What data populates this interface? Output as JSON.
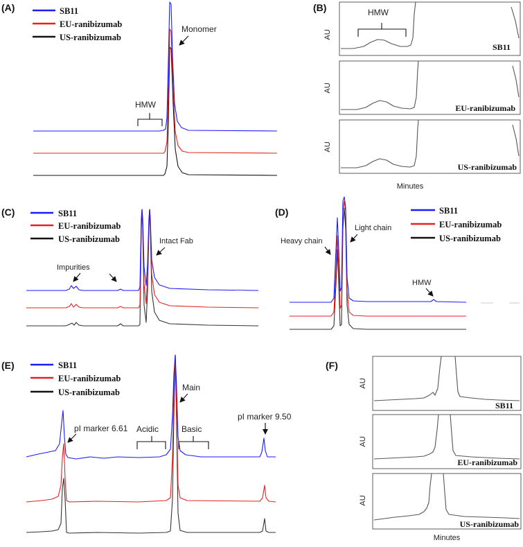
{
  "figure": {
    "colors": {
      "SB11": "#1a1aff",
      "EU-ranibizumab": "#e62020",
      "US-ranibizumab": "#111111",
      "inset_trace": "#555555"
    },
    "legend": [
      "SB11",
      "EU-ranibizumab",
      "US-ranibizumab"
    ]
  },
  "panels": {
    "A": {
      "label": "(A)",
      "annotations": {
        "monomer": "Monomer",
        "hmw": "HMW"
      }
    },
    "B": {
      "label": "(B)",
      "ylabel": "AU",
      "xlabel": "Minutes",
      "hmw": "HMW",
      "insets": [
        "SB11",
        "EU-ranibizumab",
        "US-ranibizumab"
      ]
    },
    "C": {
      "label": "(C)",
      "annotations": {
        "impurities": "Impurities",
        "intact_fab": "Intact Fab"
      }
    },
    "D": {
      "label": "(D)",
      "annotations": {
        "heavy_chain": "Heavy chain",
        "light_chain": "Light chain",
        "hmw": "HMW"
      }
    },
    "E": {
      "label": "(E)",
      "annotations": {
        "pi_low": "pI marker 6.61",
        "main": "Main",
        "acidic": "Acidic",
        "basic": "Basic",
        "pi_high": "pI marker 9.50"
      }
    },
    "F": {
      "label": "(F)",
      "ylabel": "AU",
      "xlabel": "Minutes",
      "insets": [
        "SB11",
        "EU-ranibizumab",
        "US-ranibizumab"
      ]
    }
  },
  "chart_data": [
    {
      "panel": "A",
      "type": "line",
      "series": [
        {
          "name": "SB11",
          "peaks": [
            {
              "label": "Monomer",
              "height": 1.0
            }
          ]
        },
        {
          "name": "EU-ranibizumab",
          "peaks": [
            {
              "label": "Monomer",
              "height": 1.0
            }
          ]
        },
        {
          "name": "US-ranibizumab",
          "peaks": [
            {
              "label": "Monomer",
              "height": 1.0
            }
          ]
        }
      ]
    },
    {
      "panel": "C",
      "type": "line",
      "series": [
        {
          "name": "SB11",
          "peaks": [
            {
              "label": "Intact Fab"
            }
          ]
        },
        {
          "name": "EU-ranibizumab",
          "peaks": [
            {
              "label": "Intact Fab"
            }
          ]
        },
        {
          "name": "US-ranibizumab",
          "peaks": [
            {
              "label": "Intact Fab"
            }
          ]
        }
      ]
    },
    {
      "panel": "D",
      "type": "line",
      "series": [
        {
          "name": "SB11",
          "peaks": [
            {
              "label": "Heavy chain"
            },
            {
              "label": "Light chain"
            }
          ]
        },
        {
          "name": "EU-ranibizumab",
          "peaks": [
            {
              "label": "Heavy chain"
            },
            {
              "label": "Light chain"
            }
          ]
        },
        {
          "name": "US-ranibizumab",
          "peaks": [
            {
              "label": "Heavy chain"
            },
            {
              "label": "Light chain"
            }
          ]
        }
      ]
    },
    {
      "panel": "E",
      "type": "line",
      "series": [
        {
          "name": "SB11",
          "peaks": [
            {
              "label": "pI marker 6.61"
            },
            {
              "label": "Main"
            },
            {
              "label": "pI marker 9.50"
            }
          ]
        },
        {
          "name": "EU-ranibizumab",
          "peaks": [
            {
              "label": "pI marker 6.61"
            },
            {
              "label": "Main"
            },
            {
              "label": "pI marker 9.50"
            }
          ]
        },
        {
          "name": "US-ranibizumab",
          "peaks": [
            {
              "label": "pI marker 6.61"
            },
            {
              "label": "Main"
            },
            {
              "label": "pI marker 9.50"
            }
          ]
        }
      ]
    }
  ]
}
